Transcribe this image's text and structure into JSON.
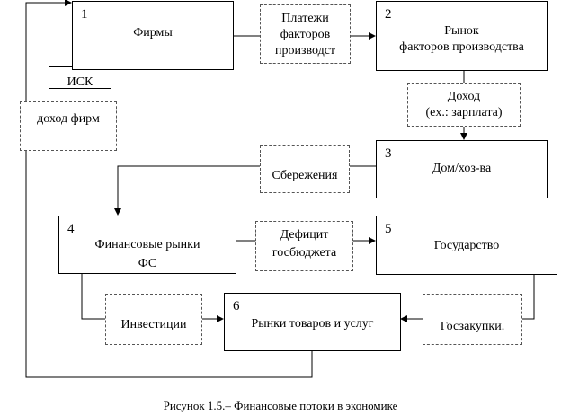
{
  "nodes": {
    "firms": {
      "number": "1",
      "label": "Фирмы"
    },
    "isk": {
      "label": "ИСК"
    },
    "factor_market": {
      "number": "2",
      "label_line1": "Рынок",
      "label_line2": "факторов производства"
    },
    "households": {
      "number": "3",
      "label": "Дом/хоз-ва"
    },
    "financial_markets": {
      "number": "4",
      "label_line1": "Финансовые рынки",
      "label_line2": "ФС"
    },
    "state": {
      "number": "5",
      "label": "Государство"
    },
    "goods_market": {
      "number": "6",
      "label": "Рынки товаров и услуг"
    }
  },
  "flows": {
    "factor_payments": {
      "line1": "Платежи",
      "line2": "факторов",
      "line3": "производст"
    },
    "firm_income": {
      "label": "доход фирм"
    },
    "income": {
      "line1": "Доход",
      "line2": "(ex.: зарплата)"
    },
    "savings": {
      "label": "Сбережения"
    },
    "deficit": {
      "line1": "Дефицит",
      "line2": "госбюджета"
    },
    "investments": {
      "label": "Инвестиции"
    },
    "procurement": {
      "label": "Госзакупки."
    }
  },
  "caption": "Рисунок 1.5.– Финансовые потоки в экономике"
}
